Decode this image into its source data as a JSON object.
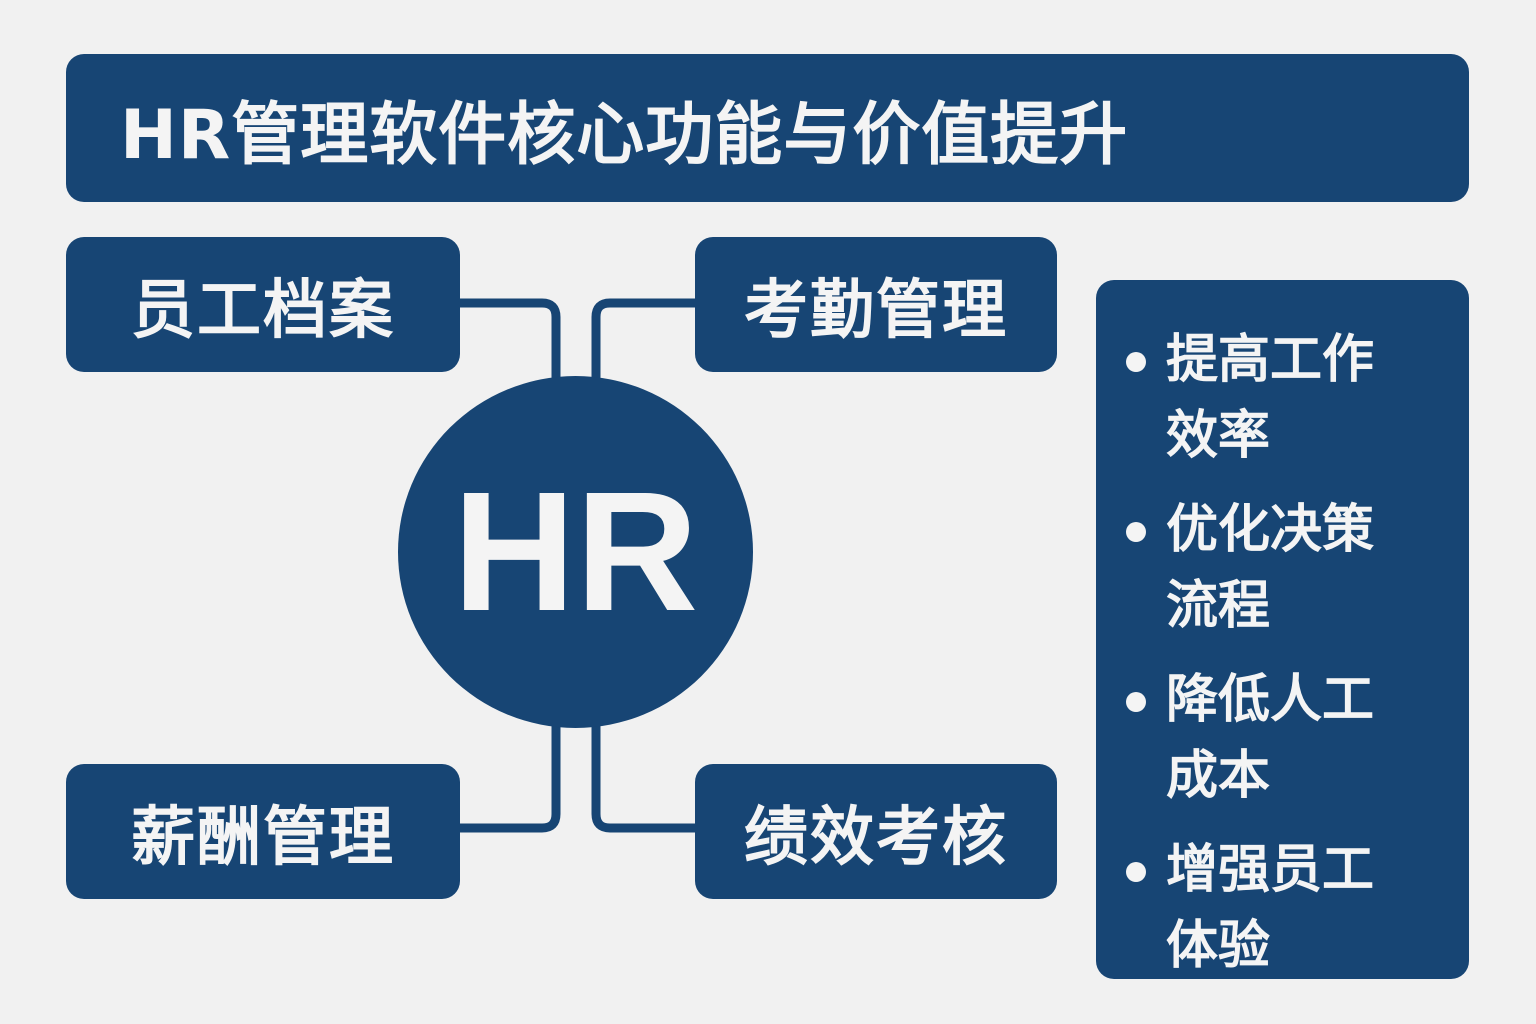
{
  "title": "HR管理软件核心功能与价值提升",
  "hub": "HR",
  "nodes": [
    "员工档案",
    "考勤管理",
    "薪酬管理",
    "绩效考核"
  ],
  "benefits": [
    "提高工作效率",
    "优化决策流程",
    "降低人工成本",
    "增强员工体验"
  ],
  "colors": {
    "primary": "#174574",
    "background": "#f1f1f1"
  }
}
